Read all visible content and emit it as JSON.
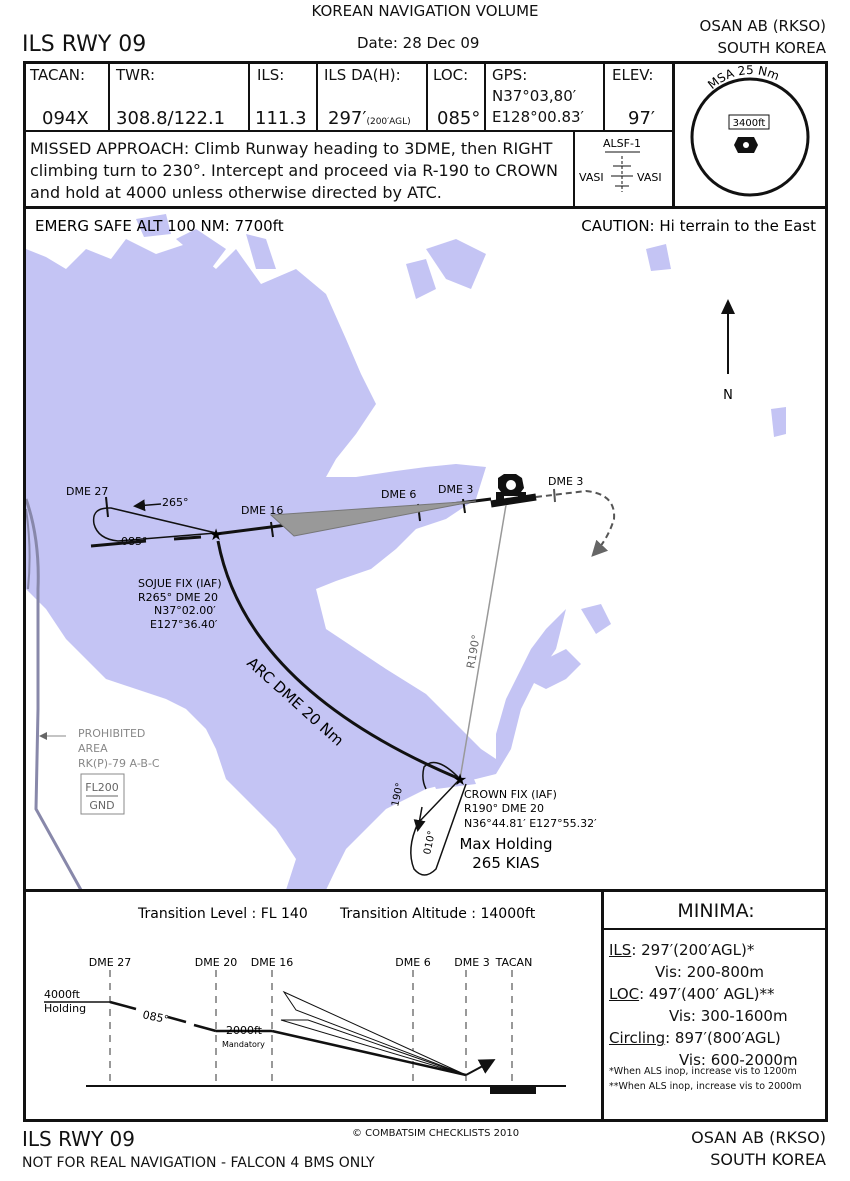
{
  "header": {
    "volume_title": "KOREAN NAVIGATION VOLUME",
    "chart_name": "ILS RWY 09",
    "date": "Date: 28 Dec 09",
    "airport": "OSAN AB (RKSO)",
    "country": "SOUTH KOREA"
  },
  "info": {
    "tacan_label": "TACAN:",
    "tacan_value": "094X",
    "twr_label": "TWR:",
    "twr_value": "308.8/122.1",
    "ils_label": "ILS:",
    "ils_value": "111.3",
    "ilsda_label": "ILS DA(H):",
    "ilsda_value": "297′",
    "ilsda_sub": "(200′AGL)",
    "loc_label": "LOC:",
    "loc_value": "085°",
    "gps_label": "GPS:",
    "gps_lat": "N37°03,80′",
    "gps_lon": "E128°00.83′",
    "elev_label": "ELEV:",
    "elev_value": "97′"
  },
  "msa": {
    "label": "MSA 25 Nm",
    "alt": "3400ft"
  },
  "missed_approach": {
    "line1": "MISSED APPROACH: Climb Runway heading to 3DME, then RIGHT",
    "line2": "climbing turn to 230°. Intercept and proceed via R-190 to CROWN",
    "line3": "and hold at 4000 unless otherwise directed by ATC."
  },
  "lighting": {
    "alsf": "ALSF-1",
    "vasi_left": "VASI",
    "vasi_right": "VASI"
  },
  "plan": {
    "emerg": "EMERG SAFE ALT 100 NM: 7700ft",
    "caution": "CAUTION: Hi terrain to the East",
    "north": "N",
    "dme27": "DME 27",
    "hdg265": "265°",
    "hdg085": "085°",
    "dme16": "DME 16",
    "dme6": "DME 6",
    "dme3": "DME 3",
    "dme3_missed": "DME 3",
    "sojue1": "SOJUE FIX (IAF)",
    "sojue2": "R265° DME 20",
    "sojue3": "N37°02.00′",
    "sojue4": "E127°36.40′",
    "arc": "ARC DME 20 Nm",
    "r190": "R190°",
    "crown1": "CROWN FIX (IAF)",
    "crown2": "R190° DME 20",
    "crown3": "N36°44.81′ E127°55.32′",
    "hold190": "190°",
    "hold010": "010°",
    "maxhold1": "Max Holding",
    "maxhold2": "265 KIAS",
    "prohib1": "PROHIBITED",
    "prohib2": "AREA",
    "prohib3": "RK(P)-79 A-B-C",
    "fl200": "FL200",
    "gnd": "GND"
  },
  "profile": {
    "trans_level": "Transition Level : FL 140",
    "trans_alt": "Transition Altitude : 14000ft",
    "dme27": "DME 27",
    "dme20": "DME 20",
    "dme16": "DME 16",
    "dme6": "DME 6",
    "dme3": "DME 3",
    "tacan": "TACAN",
    "hold_alt": "4000ft",
    "hold_label": "Holding",
    "crs": "085°",
    "mand_alt": "2000ft",
    "mand_label": "Mandatory"
  },
  "minima": {
    "title": "MINIMA:",
    "ils_label": "ILS",
    "ils_value": ": 297′(200′AGL)*",
    "ils_vis": "Vis: 200-800m",
    "loc_label": "LOC",
    "loc_value": ": 497′(400′ AGL)**",
    "loc_vis": "Vis: 300-1600m",
    "circ_label": "Circling",
    "circ_value": ": 897′(800′AGL)",
    "circ_vis": "Vis: 600-2000m",
    "note1": "*When ALS inop, increase vis to 1200m",
    "note2": "**When ALS inop, increase vis to 2000m"
  },
  "footer": {
    "chart_name": "ILS RWY 09",
    "disclaimer": "NOT FOR REAL NAVIGATION - FALCON 4 BMS ONLY",
    "copyright": "© COMBATSIM CHECKLISTS 2010",
    "airport": "OSAN AB (RKSO)",
    "country": "SOUTH KOREA"
  },
  "colors": {
    "water": "#c4c4f4",
    "ink": "#111111",
    "grey": "#9a9a9a"
  }
}
